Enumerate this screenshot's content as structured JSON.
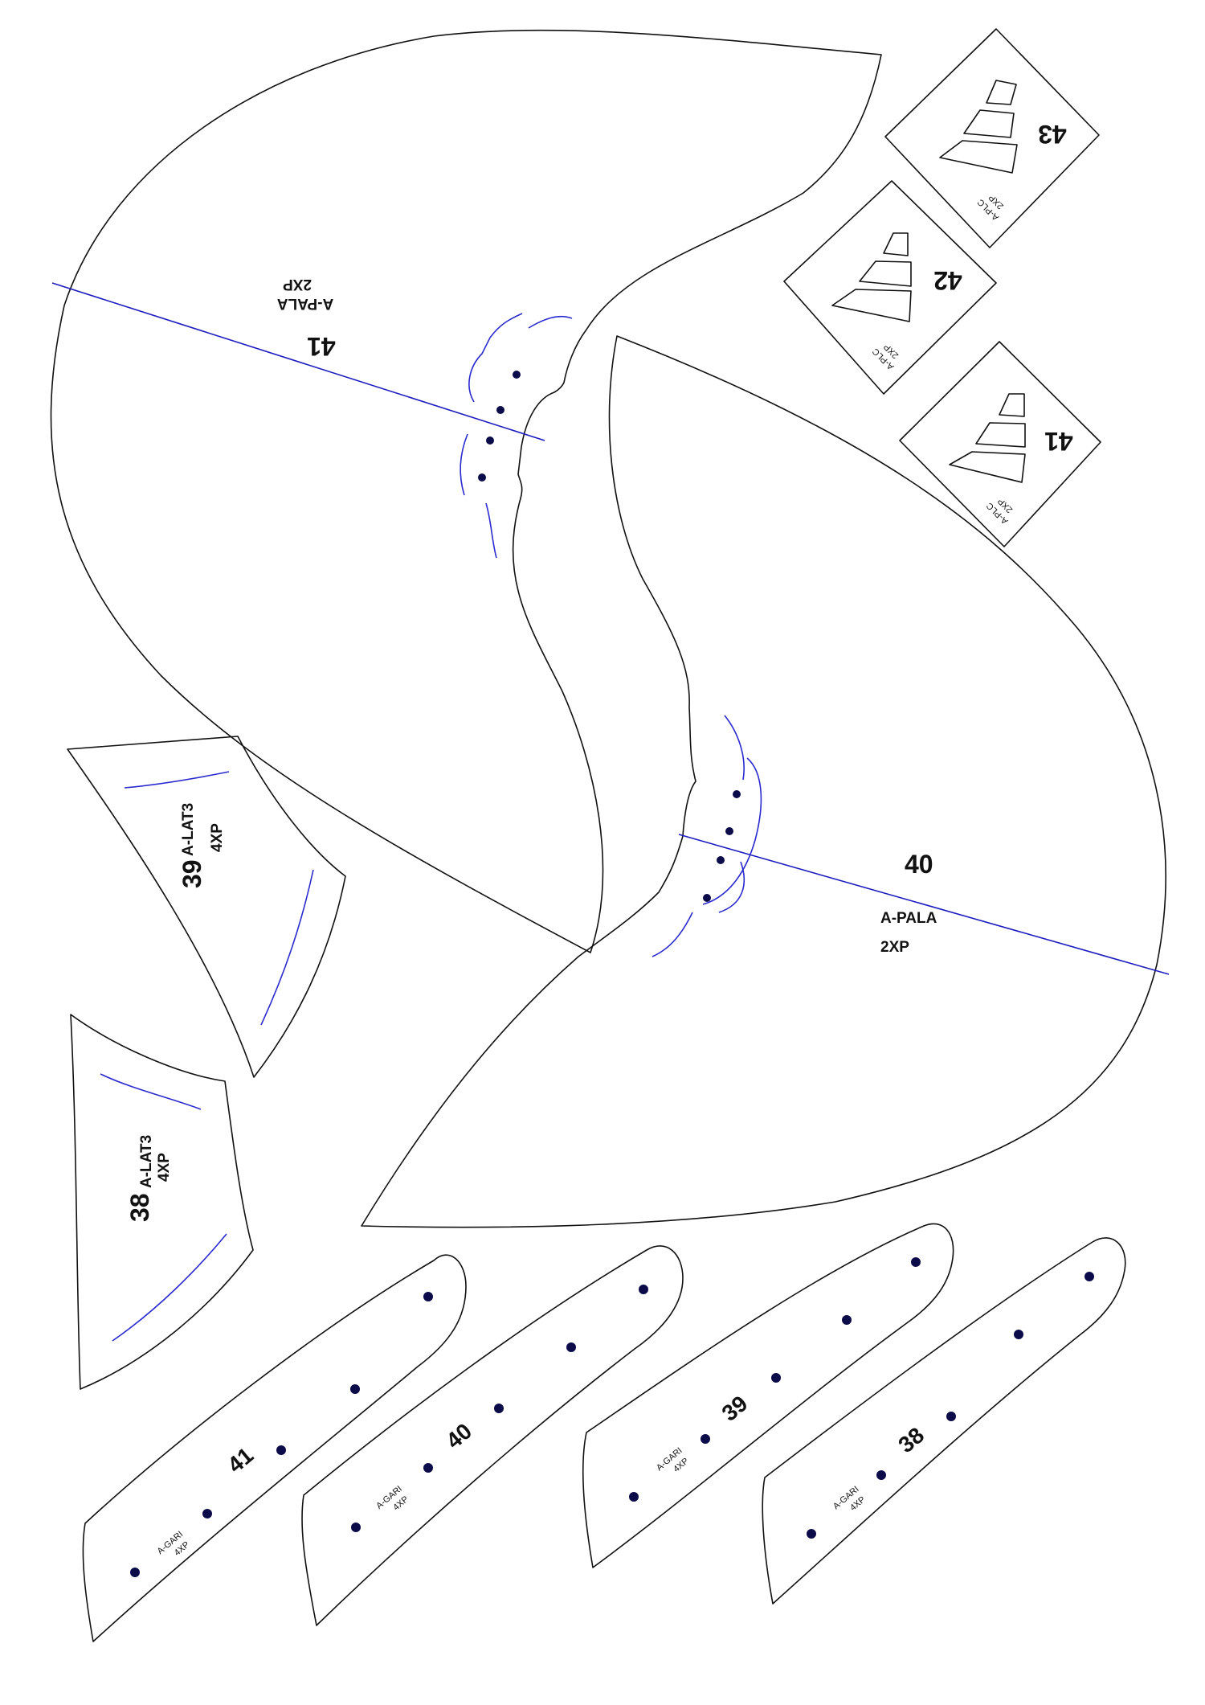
{
  "colors": {
    "cut_line": "#111111",
    "slot": "#2a2acf",
    "hole": "#0b0b4a",
    "axis_line": "#1c1cc0",
    "background": "#ffffff"
  },
  "pieces": {
    "pala_41": {
      "number": "41",
      "name": "A-PALA",
      "qty": "2XP"
    },
    "pala_40": {
      "number": "40",
      "name": "A-PALA",
      "qty": "2XP"
    },
    "plc_43": {
      "number": "43",
      "name": "A-PLC",
      "qty": "2XP"
    },
    "plc_42": {
      "number": "42",
      "name": "A-PLC",
      "qty": "2XP"
    },
    "plc_41": {
      "number": "41",
      "name": "A-PLC",
      "qty": "2XP"
    },
    "lat_39": {
      "number": "39",
      "name": "A-LAT3",
      "qty": "4XP"
    },
    "lat_38": {
      "number": "38",
      "name": "A-LAT3",
      "qty": "4XP"
    },
    "gari_41": {
      "number": "41",
      "name": "A-GARI",
      "qty": "4XP"
    },
    "gari_40": {
      "number": "40",
      "name": "A-GARI",
      "qty": "4XP"
    },
    "gari_39": {
      "number": "39",
      "name": "A-GARI",
      "qty": "4XP"
    },
    "gari_38": {
      "number": "38",
      "name": "A-GARI",
      "qty": "4XP"
    }
  }
}
